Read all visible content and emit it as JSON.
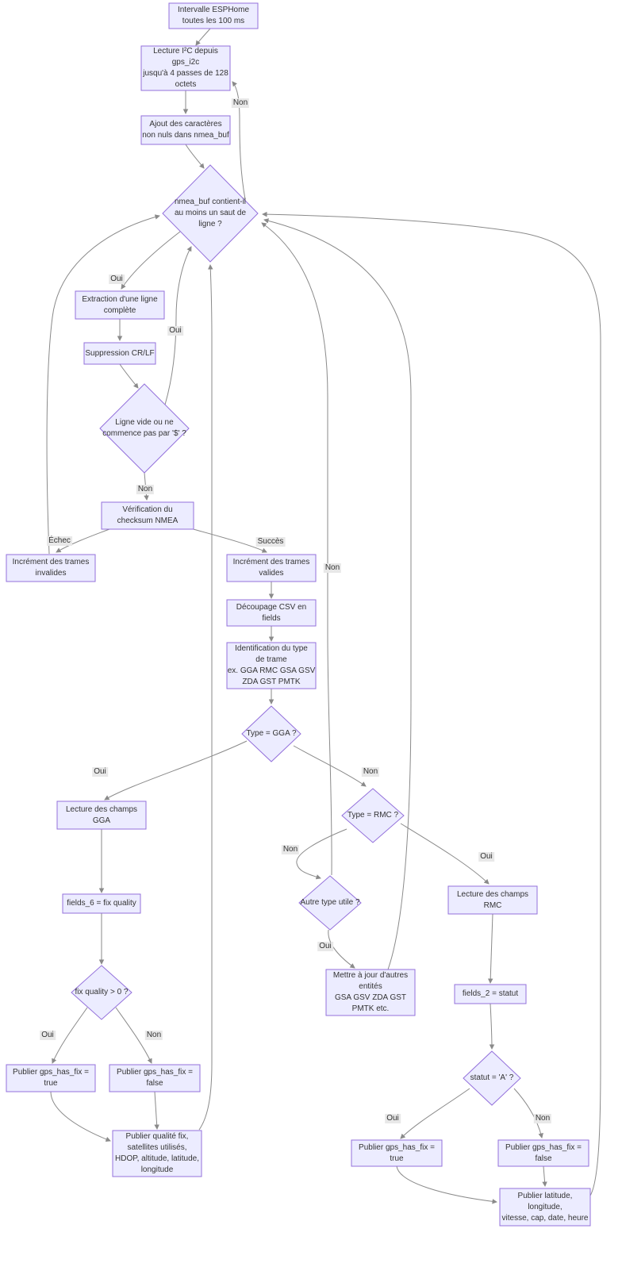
{
  "diagram": {
    "nodes": {
      "interval": "Intervalle ESPHome\ntoutes les 100 ms",
      "lecture_i2c": "Lecture I²C depuis\ngps_i2c\njusqu'à 4 passes de 128\noctets",
      "ajout": "Ajout des caractères\nnon nuls dans nmea_buf",
      "nmea_buf": "nmea_buf contient-il\nau moins un saut de\nligne ?",
      "extraction": "Extraction d'une ligne\ncomplète",
      "suppression": "Suppression CR/LF",
      "ligne_vide": "Ligne vide ou ne\ncommence pas par '$' ?",
      "verification": "Vérification du\nchecksum NMEA",
      "incr_invalides": "Incrément des trames\ninvalides",
      "incr_valides": "Incrément des trames\nvalides",
      "decoupage": "Découpage CSV en\nfields",
      "identification": "Identification du type\nde trame\nex. GGA RMC GSA GSV\nZDA GST PMTK",
      "type_gga": "Type = GGA ?",
      "lecture_gga": "Lecture des champs\nGGA",
      "fields_6": "fields_6 = fix quality",
      "fix_quality": "fix quality > 0 ?",
      "pub_true_gga": "Publier gps_has_fix =\ntrue",
      "pub_false_gga": "Publier gps_has_fix =\nfalse",
      "pub_qualite": "Publier qualité fix,\nsatellites utilisés,\nHDOP, altitude, latitude,\nlongitude",
      "type_rmc": "Type = RMC ?",
      "autre_type": "Autre type utile ?",
      "lecture_rmc": "Lecture des champs\nRMC",
      "maj_autres": "Mettre à jour d'autres\nentités\nGSA GSV ZDA GST\nPMTK etc.",
      "fields_2": "fields_2 = statut",
      "statut": "statut = 'A' ?",
      "pub_true_rmc": "Publier gps_has_fix =\ntrue",
      "pub_false_rmc": "Publier gps_has_fix =\nfalse",
      "pub_latitude": "Publier latitude,\nlongitude,\nvitesse, cap, date, heure"
    },
    "edge_labels": {
      "non_loop_read": "Non",
      "oui_extract": "Oui",
      "oui_back": "Oui",
      "non_check": "Non",
      "echec": "Échec",
      "succes": "Succès",
      "non_autre_loop": "Non",
      "oui_gga": "Oui",
      "non_gga": "Non",
      "non_rmc": "Non",
      "oui_rmc": "Oui",
      "oui_autre": "Oui",
      "oui_fix": "Oui",
      "non_fix": "Non",
      "oui_statut": "Oui",
      "non_statut": "Non"
    },
    "colors": {
      "node_fill": "#ECECFF",
      "node_border": "#9370DB",
      "edge": "#8a8a8a",
      "text": "#333333",
      "label_bg": "#e8e8e8"
    }
  }
}
